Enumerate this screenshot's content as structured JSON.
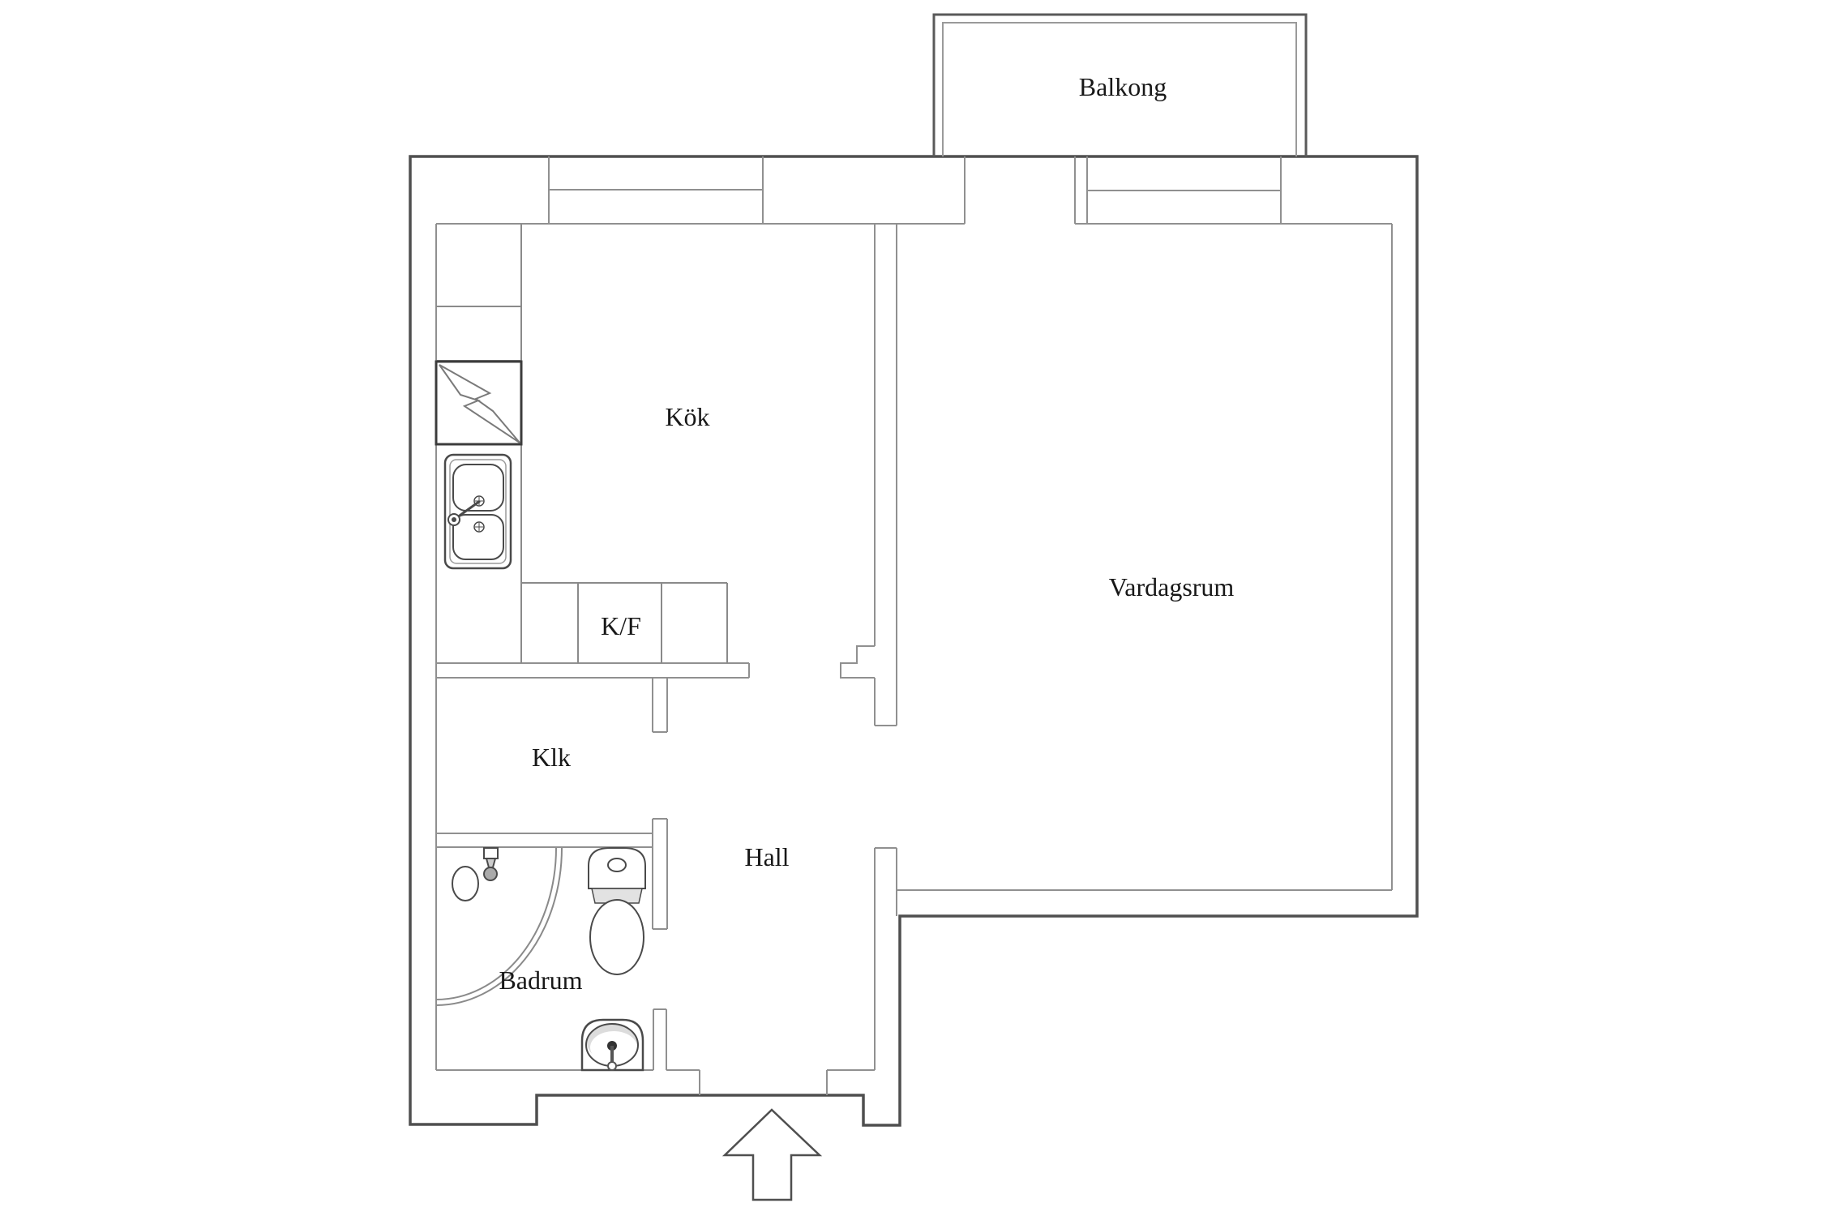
{
  "plan": {
    "type": "apartment-floor-plan",
    "labels": {
      "balcony": "Balkong",
      "kitchen": "Kök",
      "living_room": "Vardagsrum",
      "fridge_freezer": "K/F",
      "closet": "Klk",
      "hall": "Hall",
      "bathroom": "Badrum"
    },
    "fixtures": [
      "balcony-railing",
      "kitchen-window",
      "living-room-window",
      "stove",
      "kitchen-sink",
      "fridge-freezer-cabinet",
      "shower",
      "toilet",
      "bathroom-sink",
      "entrance-arrow"
    ],
    "colors": {
      "background": "#ffffff",
      "outer_wall": "#4f4f4f",
      "inner_wall": "#909090",
      "fixture_dark": "#3c3c3c",
      "fixture_line": "#4a4a4a",
      "shading": "#dcdcdc",
      "label_text": "#181818"
    }
  }
}
